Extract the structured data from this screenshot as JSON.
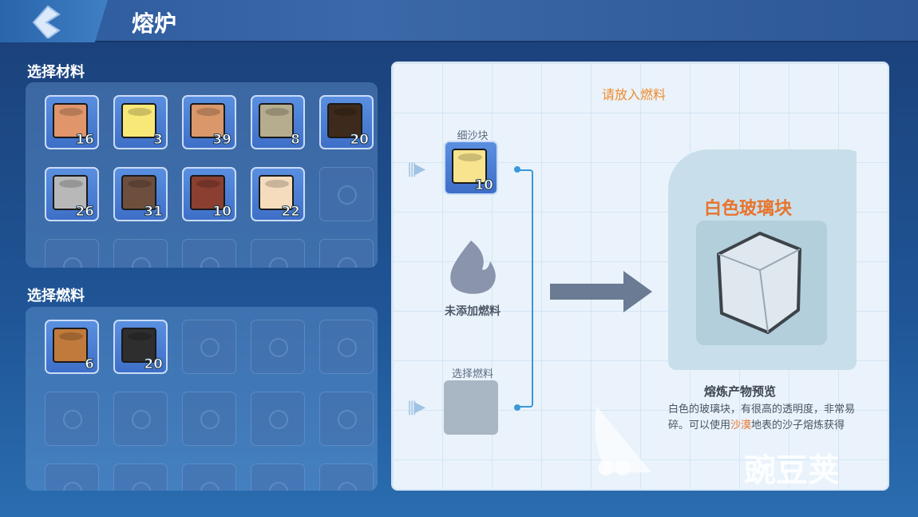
{
  "header": {
    "title": "熔炉",
    "back_icon": "back-arrow-icon"
  },
  "materials": {
    "label": "选择材料",
    "items": [
      {
        "count": "16",
        "color": "#e0956a"
      },
      {
        "count": "3",
        "color": "#f8e877"
      },
      {
        "count": "39",
        "color": "#d9976a"
      },
      {
        "count": "8",
        "color": "#b5ad8e"
      },
      {
        "count": "20",
        "color": "#3e2a1c"
      },
      {
        "count": "26",
        "color": "#b8b8b8"
      },
      {
        "count": "31",
        "color": "#6e4f3e"
      },
      {
        "count": "10",
        "color": "#8a3f30"
      },
      {
        "count": "22",
        "color": "#f4dcbc"
      }
    ],
    "empty_slots": 6
  },
  "fuels": {
    "label": "选择燃料",
    "items": [
      {
        "count": "6",
        "color": "#c07a3c"
      },
      {
        "count": "20",
        "color": "#2e2e2e"
      }
    ],
    "empty_slots": 13
  },
  "smelt": {
    "hint": "请放入燃料",
    "input_label": "细沙块",
    "input_count": "10",
    "input_color": "#f8e48e",
    "fuel_status": "未添加燃料",
    "fuel_slot_label": "选择燃料",
    "product_name": "白色玻璃块",
    "preview_label": "熔炼产物预览",
    "desc_a": "白色的玻璃块，有很高的透明度，非常易碎。可以使用",
    "desc_hl": "沙漠",
    "desc_b": "地表的沙子熔炼获得"
  },
  "watermark": "豌豆荚"
}
